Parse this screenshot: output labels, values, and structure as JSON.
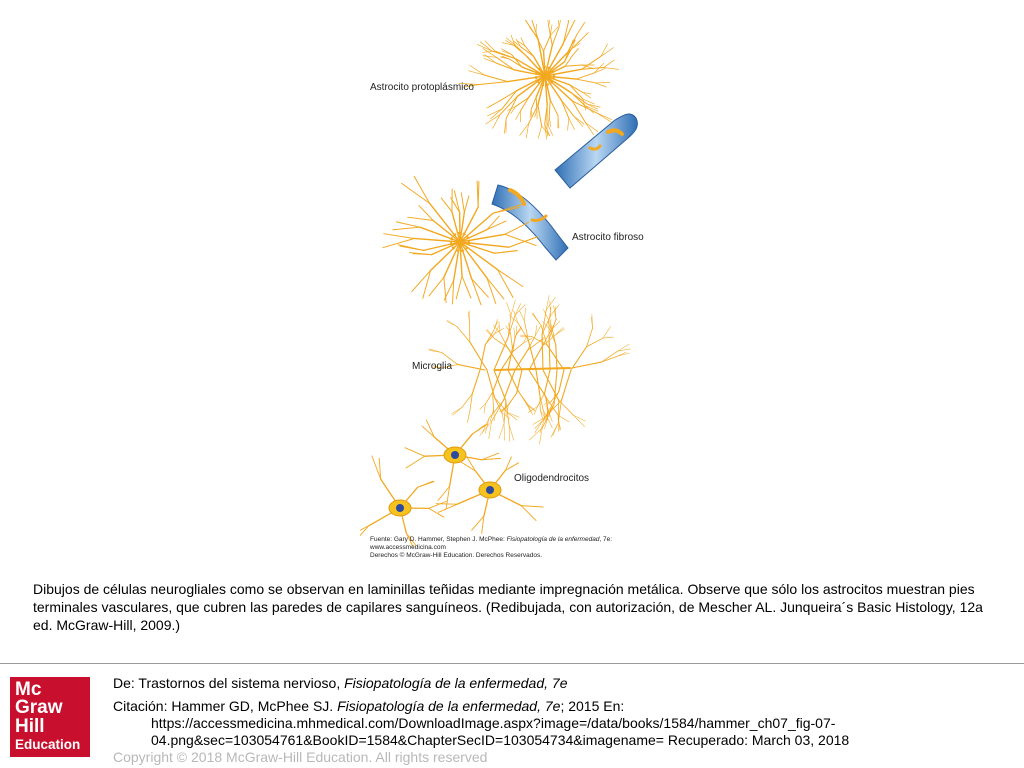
{
  "figure": {
    "labels": {
      "protoplasmic": "Astrocito protoplásmico",
      "fibrous": "Astrocito fibroso",
      "microglia": "Microglia",
      "oligodendrocytes": "Oligodendrocitos"
    },
    "source": {
      "prefix": "Fuente: Gary D. Hammer, Stephen J. McPhee: ",
      "title": "Fisiopatología de la enfermedad",
      "suffix": ", 7e:",
      "site": "www.accessmedicina.com",
      "rights": "Derechos © McGraw-Hill Education. Derechos Reservados."
    },
    "colors": {
      "cell": "#f2a81f",
      "vessel": "#4a8fd0",
      "nucleus": "#2d4a9e"
    }
  },
  "caption": "Dibujos de células neurogliales como se observan en laminillas teñidas mediante impregnación metálica. Observe que sólo los astrocitos muestran pies terminales vasculares, que cubren las paredes de capilares sanguíneos. (Redibujada, con autorización, de Mescher AL. Junqueira´s Basic Histology, 12a ed. McGraw-Hill, 2009.)",
  "logo": {
    "line1": "Mc",
    "line2": "Graw",
    "line3": "Hill",
    "line4": "Education",
    "color": "#c8102e"
  },
  "reference": {
    "from_prefix": "De: Trastornos del sistema nervioso, ",
    "from_book": "Fisiopatología de la enfermedad, 7e",
    "citation_prefix": "Citación: Hammer GD, McPhee SJ. ",
    "citation_book": "Fisiopatología de la enfermedad, 7e",
    "citation_suffix": "; 2015 En:",
    "url_line1": "https://accessmedicina.mhmedical.com/DownloadImage.aspx?image=/data/books/1584/hammer_ch07_fig-07-",
    "url_line2": "04.png&sec=103054761&BookID=1584&ChapterSecID=103054734&imagename= Recuperado: March 03, 2018",
    "copyright": "Copyright © 2018 McGraw-Hill Education. All rights reserved"
  }
}
